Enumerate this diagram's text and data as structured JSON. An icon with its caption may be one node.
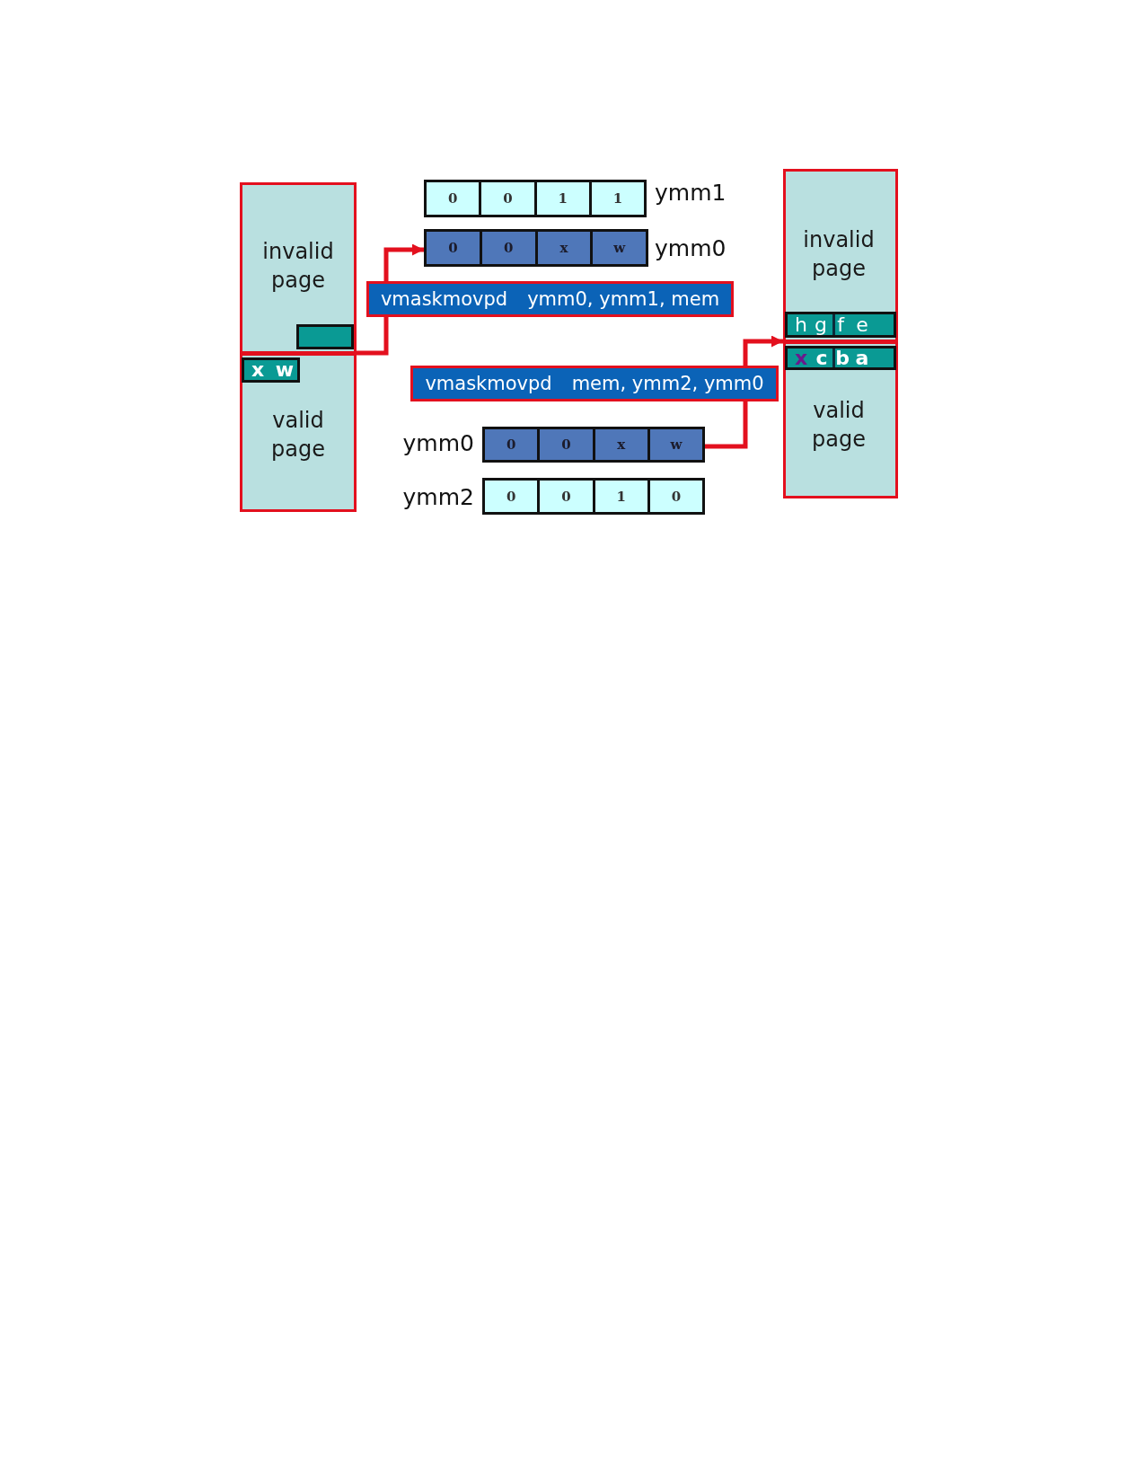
{
  "diagram": {
    "nodes": [
      {
        "text": [
          "invalid page",
          "valid page"
        ]
      },
      {
        "text": [],
        "shape": "bar",
        "in": 0
      },
      {
        "text": [
          "x",
          "w"
        ],
        "in": 0
      },
      {
        "text": [
          "0",
          "0",
          "1",
          "1"
        ],
        "beside": [
          "ymm1"
        ]
      },
      {
        "text": [
          "0",
          "0",
          "x",
          "w"
        ],
        "beside": [
          "ymm0"
        ]
      },
      {
        "text": [
          "vmaskmovpd",
          "ymm0, ymm1, mem"
        ]
      },
      {
        "text": [
          "vmaskmovpd",
          "mem, ymm2, ymm0"
        ]
      },
      {
        "text": [
          "0",
          "0",
          "x",
          "w"
        ],
        "beside": [
          "ymm0"
        ]
      },
      {
        "text": [
          "0",
          "0",
          "1",
          "0"
        ],
        "beside": [
          "ymm2"
        ]
      },
      {
        "text": [
          "invalid page",
          "valid page"
        ]
      },
      {
        "text": [
          "h",
          "g",
          "f",
          "e"
        ],
        "in": 9
      },
      {
        "text": [
          "x",
          "c",
          "b",
          "a"
        ],
        "in": 9
      }
    ],
    "edges": [
      {
        "from": 0,
        "to": 5,
        "arrow": "none"
      },
      {
        "from": 5,
        "to": 4,
        "arrow": "to"
      },
      {
        "from": 7,
        "to": 6,
        "arrow": "none"
      },
      {
        "from": 6,
        "to": 9,
        "arrow": "to"
      }
    ]
  }
}
